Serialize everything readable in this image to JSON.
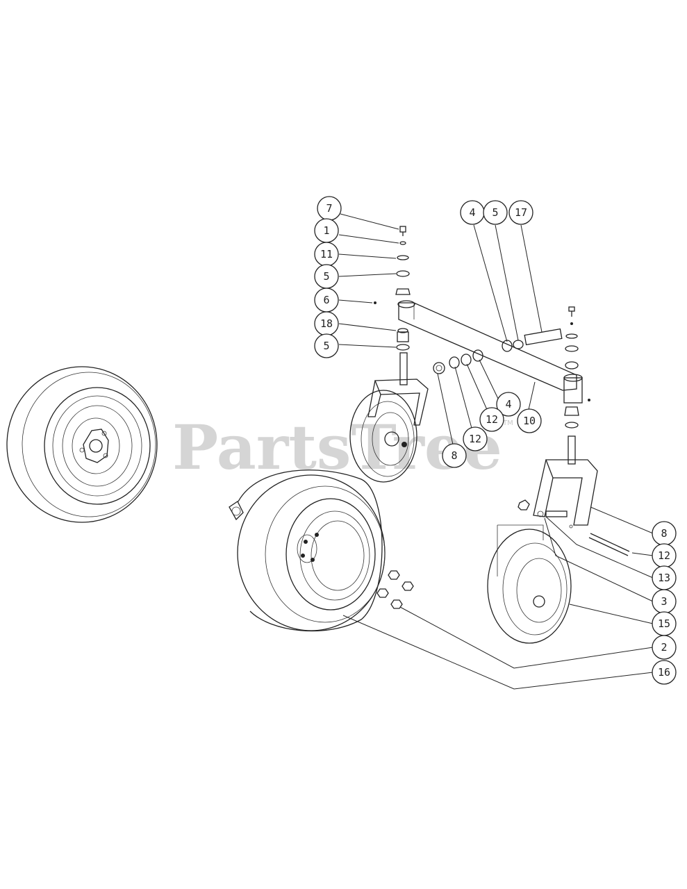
{
  "watermark": {
    "text": "PartsTree",
    "trademark": "TM"
  },
  "callouts": [
    {
      "id": "c-7a",
      "label": "7"
    },
    {
      "id": "c-1",
      "label": "1"
    },
    {
      "id": "c-11",
      "label": "11"
    },
    {
      "id": "c-5a",
      "label": "5"
    },
    {
      "id": "c-6",
      "label": "6"
    },
    {
      "id": "c-18",
      "label": "18"
    },
    {
      "id": "c-5b",
      "label": "5"
    },
    {
      "id": "c-4a",
      "label": "4"
    },
    {
      "id": "c-5c",
      "label": "5"
    },
    {
      "id": "c-17",
      "label": "17"
    },
    {
      "id": "c-4b",
      "label": "4"
    },
    {
      "id": "c-12a",
      "label": "12"
    },
    {
      "id": "c-12b",
      "label": "12"
    },
    {
      "id": "c-10",
      "label": "10"
    },
    {
      "id": "c-8a",
      "label": "8"
    },
    {
      "id": "c-8b",
      "label": "8"
    },
    {
      "id": "c-12c",
      "label": "12"
    },
    {
      "id": "c-13",
      "label": "13"
    },
    {
      "id": "c-3",
      "label": "3"
    },
    {
      "id": "c-15",
      "label": "15"
    },
    {
      "id": "c-2",
      "label": "2"
    },
    {
      "id": "c-16",
      "label": "16"
    }
  ]
}
